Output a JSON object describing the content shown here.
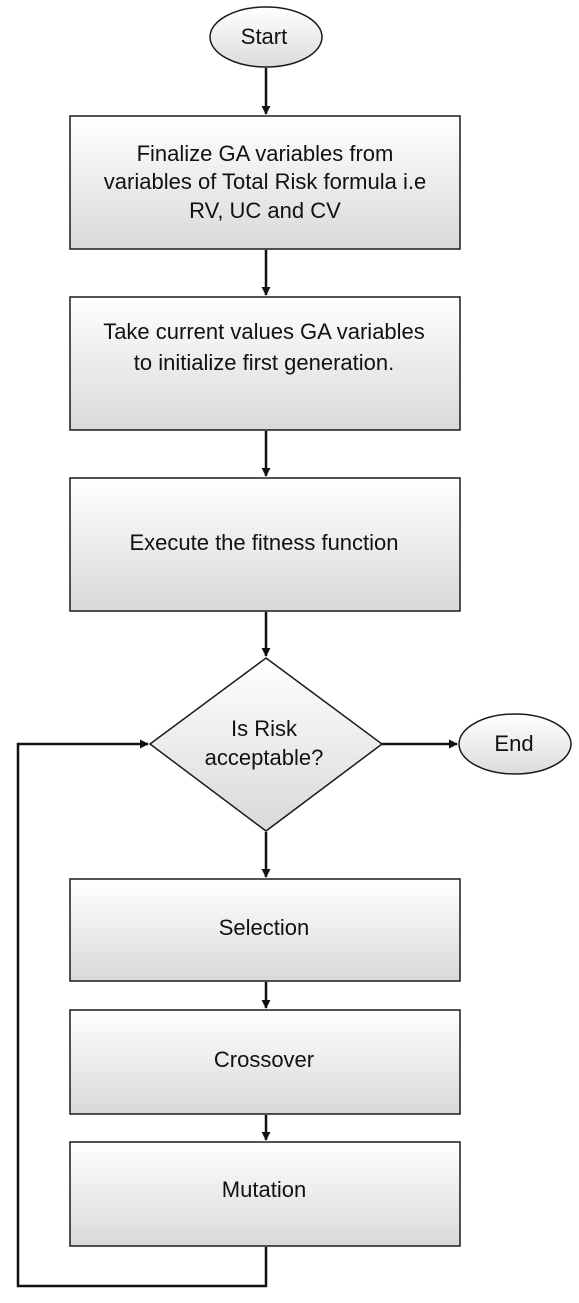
{
  "nodes": {
    "start": {
      "label": "Start"
    },
    "finalize": {
      "lines": [
        "Finalize GA variables from",
        "variables of Total Risk formula i.e",
        "RV, UC and CV"
      ]
    },
    "initialize": {
      "lines": [
        "Take current values GA variables",
        "to initialize first generation."
      ]
    },
    "execute": {
      "label": "Execute the fitness function"
    },
    "decision": {
      "lines": [
        "Is Risk",
        "acceptable?"
      ]
    },
    "end": {
      "label": "End"
    },
    "selection": {
      "label": "Selection"
    },
    "crossover": {
      "label": "Crossover"
    },
    "mutation": {
      "label": "Mutation"
    }
  },
  "colors": {
    "shape_fill_top": "#ffffff",
    "shape_fill_bottom": "#d9d9d9",
    "stroke": "#1a1a1a",
    "text": "#111111"
  }
}
